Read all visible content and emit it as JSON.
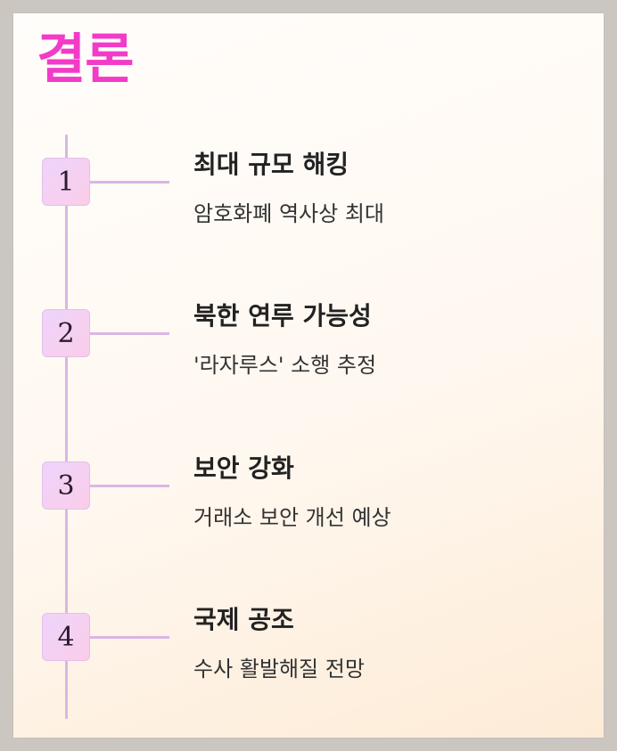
{
  "slide": {
    "title": "결론",
    "accent_color": "#f23bc8",
    "line_color": "#d9b6e4",
    "steps": [
      {
        "number": "1",
        "heading": "최대 규모 해킹",
        "description": "암호화폐 역사상 최대"
      },
      {
        "number": "2",
        "heading": "북한 연루 가능성",
        "description": "'라자루스' 소행 추정"
      },
      {
        "number": "3",
        "heading": "보안 강화",
        "description": "거래소 보안 개선 예상"
      },
      {
        "number": "4",
        "heading": "국제 공조",
        "description": "수사 활발해질 전망"
      }
    ]
  }
}
